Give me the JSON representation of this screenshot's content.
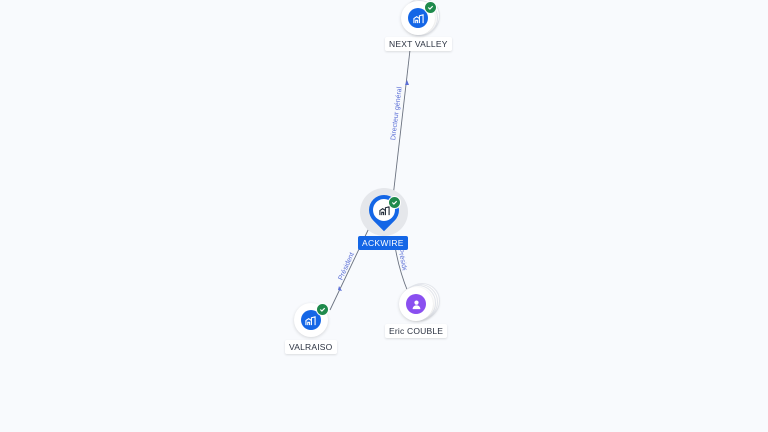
{
  "colors": {
    "background": "#f8fafd",
    "company": "#1466e6",
    "person": "#8a4ff0",
    "verified": "#1f8a4c",
    "edge": "#6b7280",
    "edge_label": "#5b6fd6"
  },
  "nodes": {
    "center": {
      "label": "ACKWIRE",
      "type": "company",
      "icon": "building-icon",
      "verified": true
    },
    "next_valley": {
      "label": "NEXT VALLEY",
      "type": "company",
      "icon": "building-icon",
      "verified": true
    },
    "valraiso": {
      "label": "VALRAISO",
      "type": "company",
      "icon": "building-icon",
      "verified": true
    },
    "eric_couble": {
      "label": "Eric COUBLE",
      "type": "person",
      "icon": "person-icon",
      "verified": false
    }
  },
  "edges": [
    {
      "from": "center",
      "to": "next_valley",
      "label": "Directeur général"
    },
    {
      "from": "center",
      "to": "valraiso",
      "label": "Président"
    },
    {
      "from": "center",
      "to": "eric_couble",
      "label": "Président"
    }
  ]
}
